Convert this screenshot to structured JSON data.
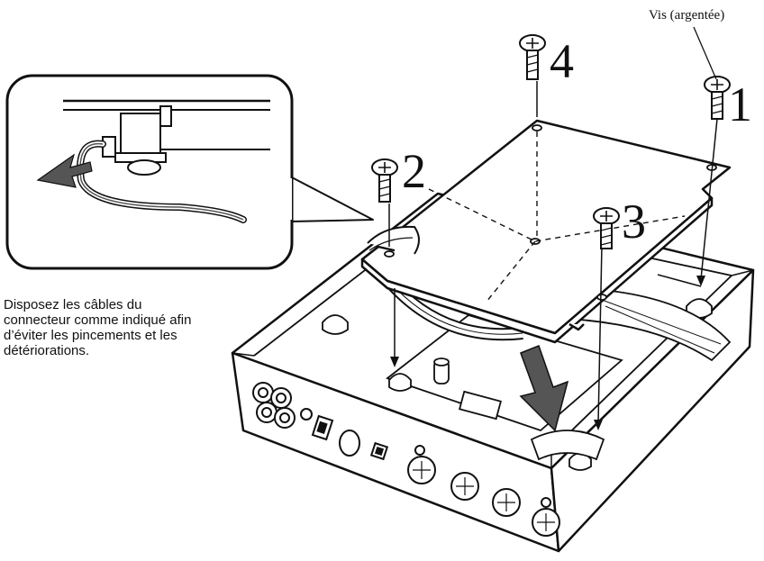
{
  "labels": {
    "screw_type": "Vis (argentée)",
    "caption": "Disposez les câbles du connecteur comme indiqué afin d’éviter les pincements et les détériorations."
  },
  "screws": [
    {
      "number": "1"
    },
    {
      "number": "2"
    },
    {
      "number": "3"
    },
    {
      "number": "4"
    }
  ]
}
